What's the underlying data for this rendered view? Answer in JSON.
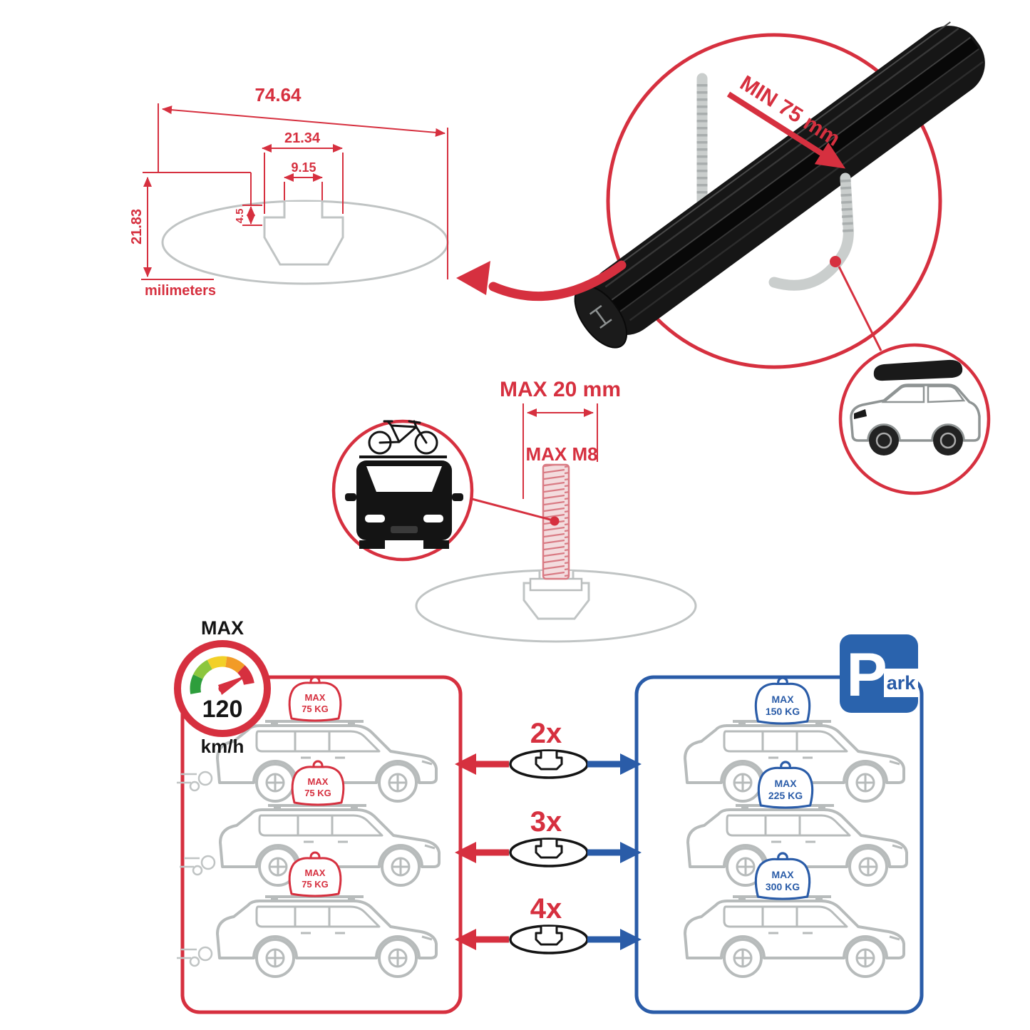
{
  "colors": {
    "accent_red": "#d6303f",
    "accent_blue": "#2a5ca8",
    "parking_sign_blue": "#2a63ad",
    "drawing_gray": "#c0c4c4",
    "bar_black": "#161616"
  },
  "dimension_diagram": {
    "total_width": "74.64",
    "channel_outer_width": "21.34",
    "channel_opening_width": "9.15",
    "channel_lip_depth": "4.5",
    "total_height": "21.83",
    "units_label": "milimeters"
  },
  "clamp_detail": {
    "min_grip_label": "MIN 75 mm"
  },
  "bolt_detail": {
    "max_length_label": "MAX 20 mm",
    "max_thread_label": "MAX M8"
  },
  "speed_limit": {
    "heading": "MAX",
    "value": "120",
    "units": "km/h"
  },
  "capacity_comparison": {
    "rows": [
      {
        "count": "2x",
        "left_load": {
          "line1": "MAX",
          "line2": "75 KG"
        },
        "right_load": {
          "line1": "MAX",
          "line2": "150 KG"
        }
      },
      {
        "count": "3x",
        "left_load": {
          "line1": "MAX",
          "line2": "75 KG"
        },
        "right_load": {
          "line1": "MAX",
          "line2": "225 KG"
        }
      },
      {
        "count": "4x",
        "left_load": {
          "line1": "MAX",
          "line2": "75 KG"
        },
        "right_load": {
          "line1": "MAX",
          "line2": "300 KG"
        }
      }
    ],
    "parking_sign": {
      "letter": "P",
      "suffix": "ark"
    }
  }
}
